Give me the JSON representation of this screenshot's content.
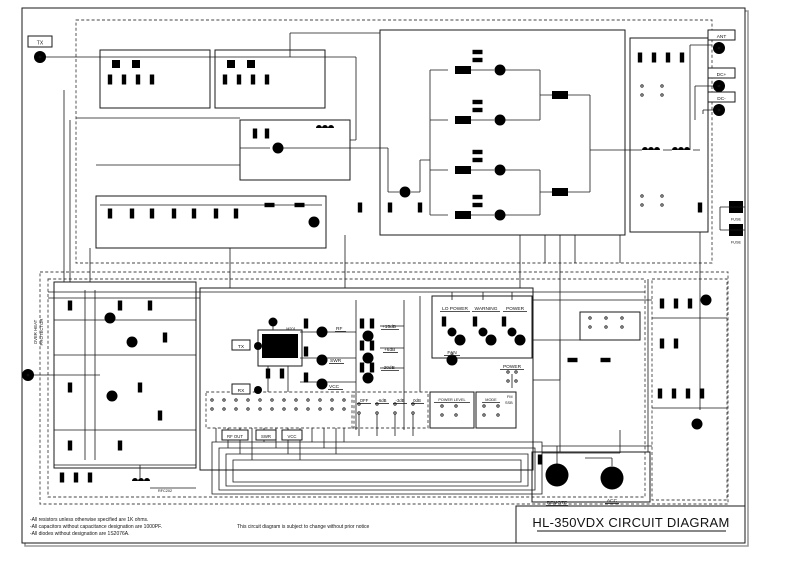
{
  "page": {
    "title": "HL-350VDX  CIRCUIT DIAGRAM",
    "notes": {
      "line1": "-All resistors unless otherwise specified are 1K ohms.",
      "line2": "-All capacitors without capacitance designation are 1000PF.",
      "line3": "-All diodes without designation are 1S2076A.",
      "change_notice": "This circuit diagram is subject to change without prior notice"
    }
  },
  "connectors": {
    "input": "TX",
    "ant": "ANT",
    "dc_plus": "DC+",
    "dc_minus": "DC-",
    "fuse1": "FUSE",
    "fuse2": "FUSE",
    "remote": "REMOTE",
    "acc": "ACC"
  },
  "labels": {
    "overheat_line1": "OVER HEAT",
    "overheat_line2": "PROTECTOR",
    "tx_led": "TX",
    "rx_led": "RX",
    "meter": "M201",
    "rf": "RF",
    "swr": "SWR",
    "vcc": "VCC",
    "rf_out_box": "RF OUT",
    "swr_box": "SWR",
    "vcc_box": "VCC",
    "gain1": "+15dB",
    "gain2": "+6dB",
    "gain3": "-20dB",
    "sw_off": "OFF",
    "sw_m6db": "-6dB",
    "sw_m3db": "-3dB",
    "sw_0db": "0dB",
    "power_level": "POWER LEVEL",
    "mode": "MODE",
    "fm": "FM",
    "ssb": "SSB",
    "lo_power": "LO POWER",
    "warning": "WARNING",
    "power_lamp": "POWER",
    "fan": "FAN",
    "power_switch": "POWER",
    "rfc": "RFC202"
  }
}
